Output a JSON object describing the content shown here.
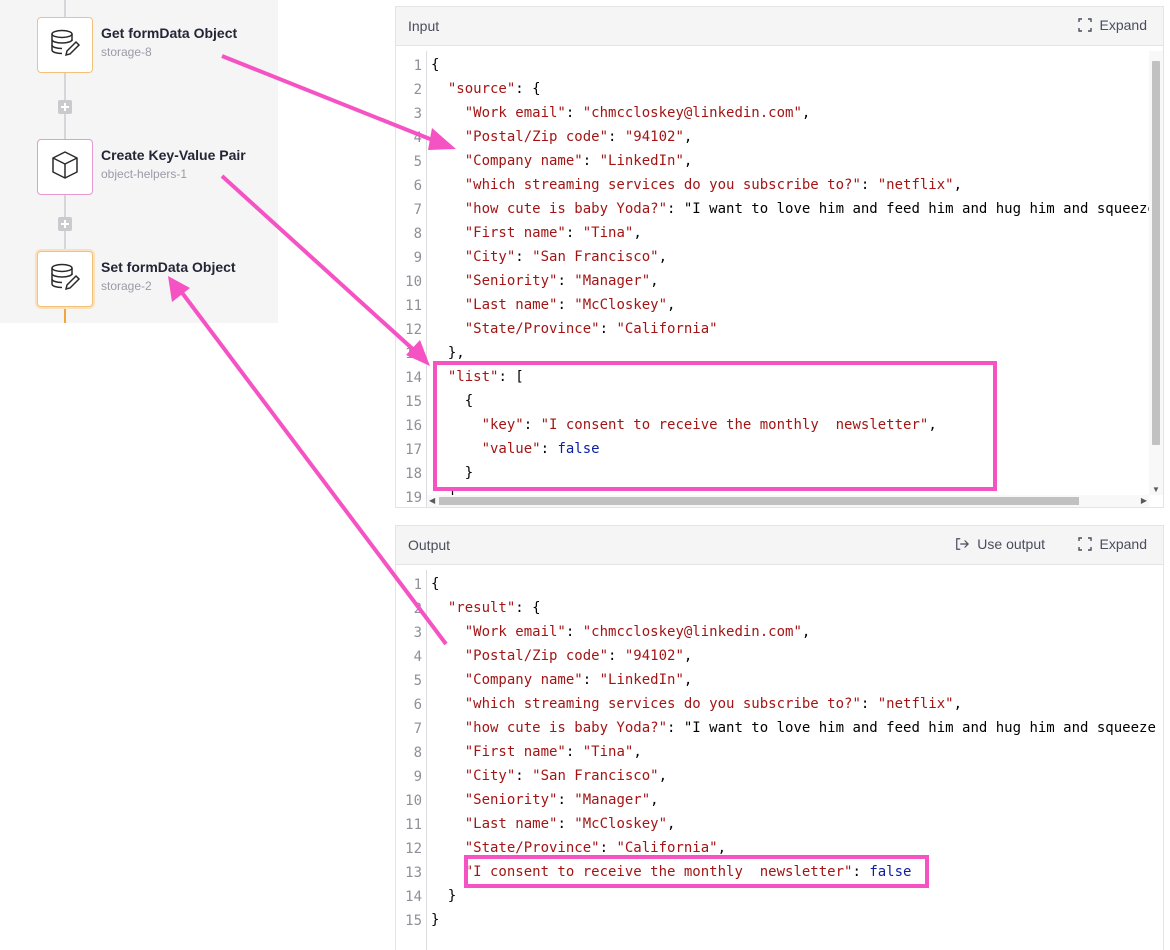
{
  "workflow": {
    "steps": [
      {
        "title": "Get formData Object",
        "subtitle": "storage-8",
        "icon": "storage-edit-icon"
      },
      {
        "title": "Create Key-Value Pair",
        "subtitle": "object-helpers-1",
        "icon": "cube-icon"
      },
      {
        "title": "Set formData Object",
        "subtitle": "storage-2",
        "icon": "storage-edit-icon"
      }
    ]
  },
  "input_panel": {
    "title": "Input",
    "expand_label": "Expand",
    "line_numbers": [
      "1",
      "2",
      "3",
      "4",
      "5",
      "6",
      "7",
      "8",
      "9",
      "10",
      "11",
      "12",
      "13",
      "14",
      "15",
      "16",
      "17",
      "18",
      "19"
    ]
  },
  "output_panel": {
    "title": "Output",
    "use_output_label": "Use output",
    "expand_label": "Expand",
    "line_numbers": [
      "1",
      "2",
      "3",
      "4",
      "5",
      "6",
      "7",
      "8",
      "9",
      "10",
      "11",
      "12",
      "13",
      "14",
      "15"
    ]
  },
  "input_code": [
    "{",
    "  \"source\": {",
    "    \"Work email\": \"chmccloskey@linkedin.com\",",
    "    \"Postal/Zip code\": \"94102\",",
    "    \"Company name\": \"LinkedIn\",",
    "    \"which streaming services do you subscribe to?\": \"netflix\",",
    "    \"how cute is baby Yoda?\": \"I want to love him and feed him and hug him and squeeze",
    "    \"First name\": \"Tina\",",
    "    \"City\": \"San Francisco\",",
    "    \"Seniority\": \"Manager\",",
    "    \"Last name\": \"McCloskey\",",
    "    \"State/Province\": \"California\"",
    "  },",
    "  \"list\": [",
    "    {",
    "      \"key\": \"I consent to receive the monthly  newsletter\",",
    "      \"value\": false",
    "    }",
    "  ]"
  ],
  "output_code": [
    "{",
    "  \"result\": {",
    "    \"Work email\": \"chmccloskey@linkedin.com\",",
    "    \"Postal/Zip code\": \"94102\",",
    "    \"Company name\": \"LinkedIn\",",
    "    \"which streaming services do you subscribe to?\": \"netflix\",",
    "    \"how cute is baby Yoda?\": \"I want to love him and feed him and hug him and squeeze",
    "    \"First name\": \"Tina\",",
    "    \"City\": \"San Francisco\",",
    "    \"Seniority\": \"Manager\",",
    "    \"Last name\": \"McCloskey\",",
    "    \"State/Province\": \"California\",",
    "    \"I consent to receive the monthly  newsletter\": false",
    "  }",
    "}"
  ],
  "colors": {
    "annotation": "#f553c4",
    "key": "#a31515",
    "string": "#a31515",
    "boolean": "#0b1fa0",
    "storage_border": "#f3c27a",
    "object_border": "#e59ad0"
  }
}
